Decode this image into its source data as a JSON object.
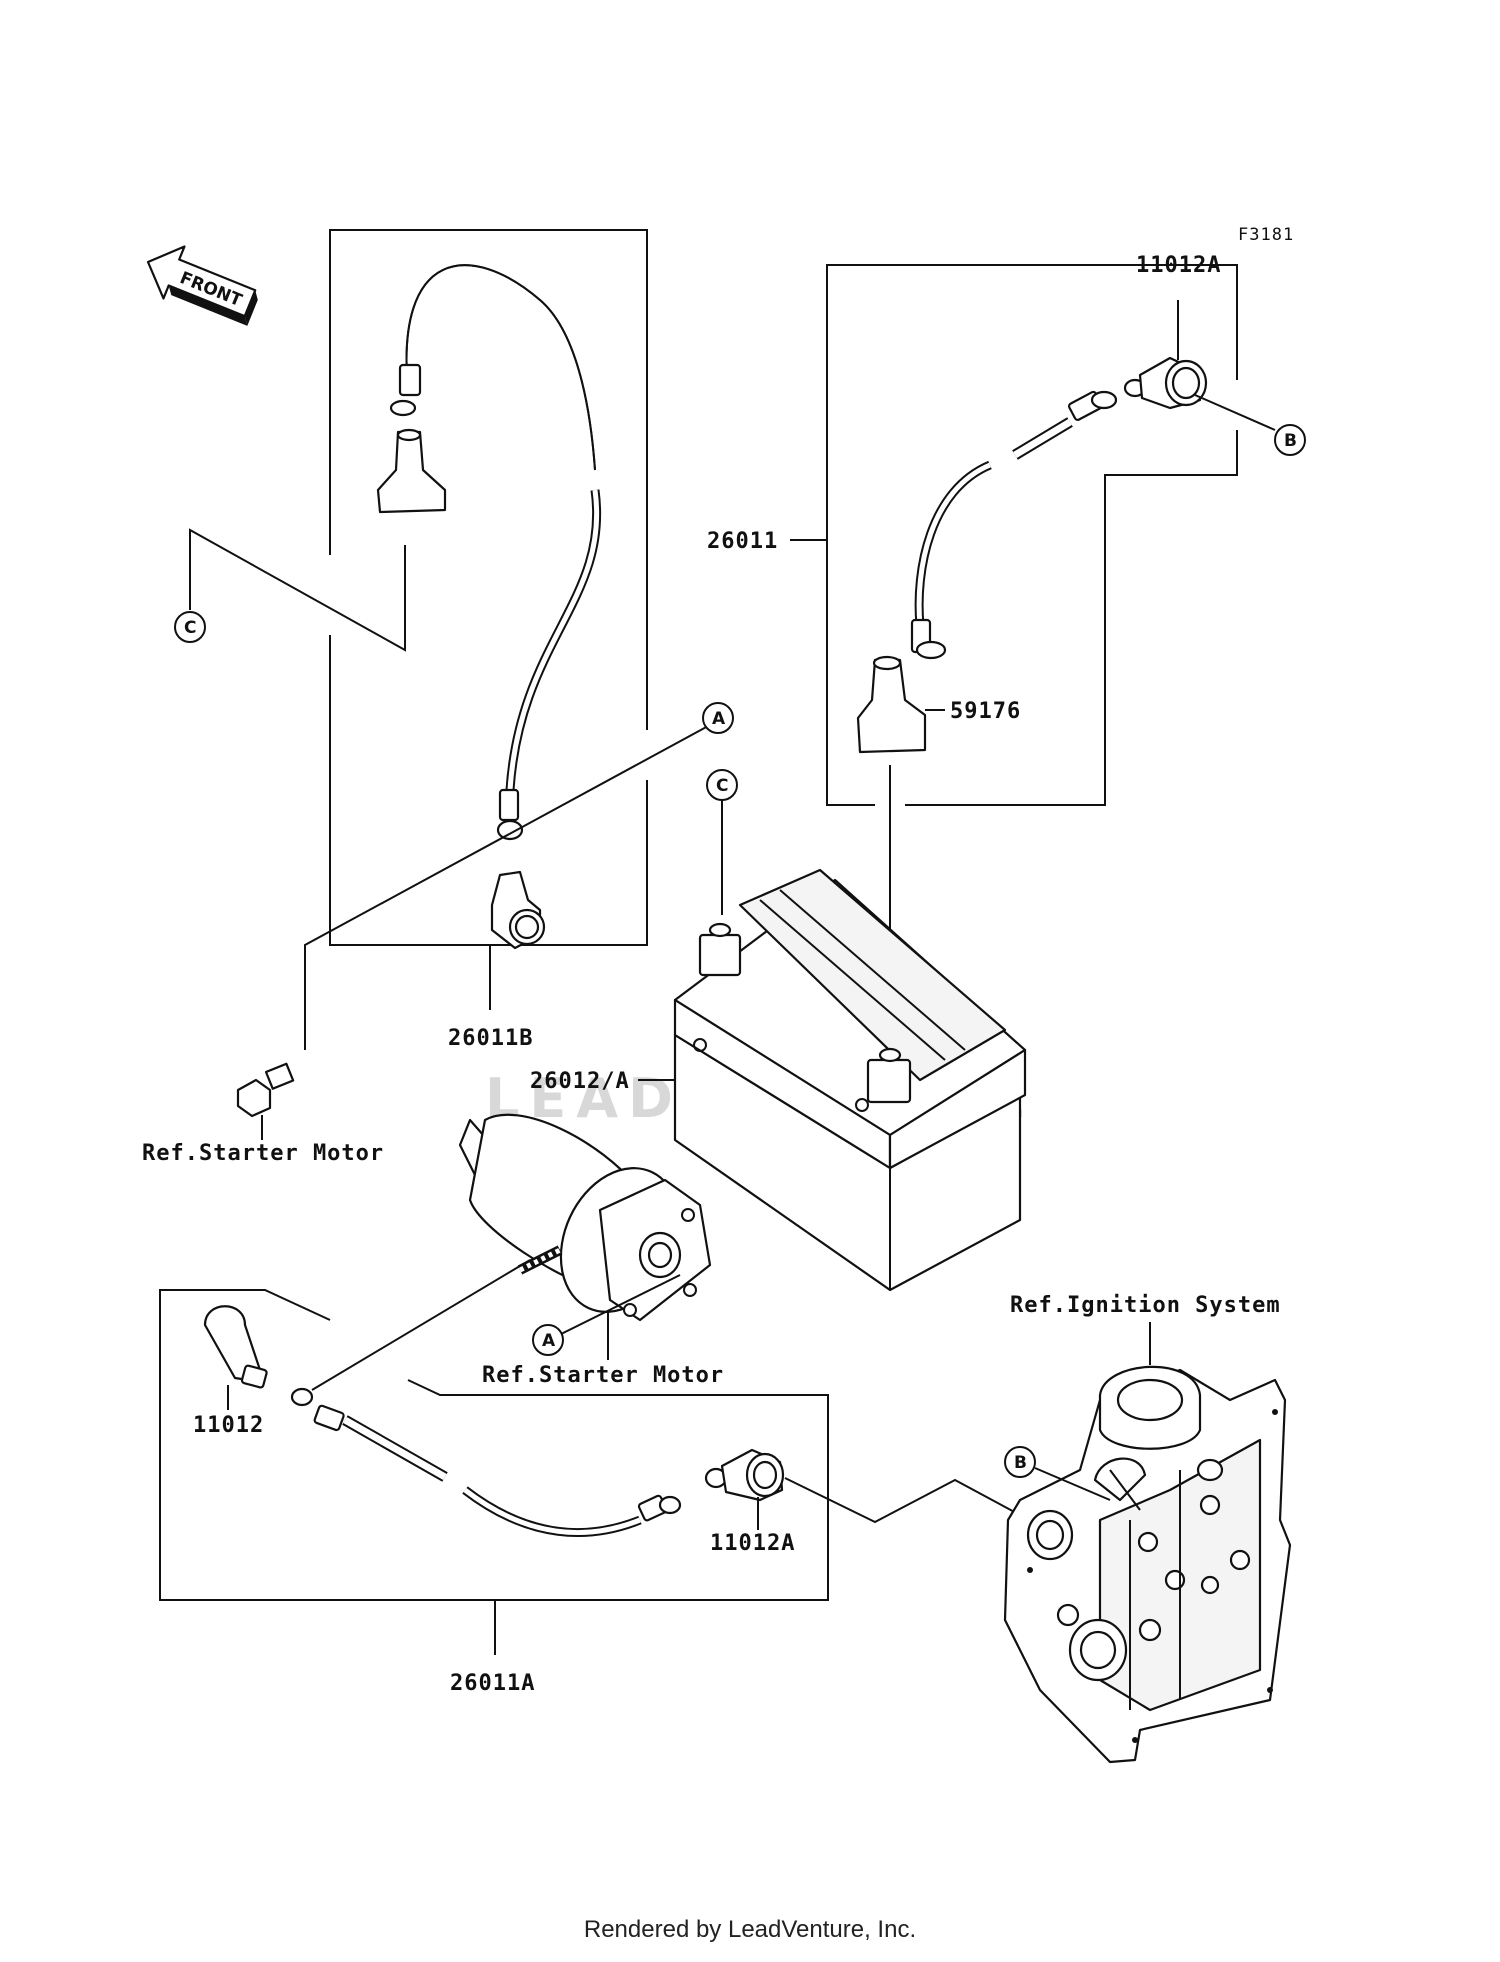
{
  "figure_id": "F3181",
  "front_label": "FRONT",
  "watermark": "LEADVENTURE",
  "footer": "Rendered by LeadVenture, Inc.",
  "callouts": {
    "a": "A",
    "b": "B",
    "c": "C"
  },
  "parts": {
    "p11012A_top": "11012A",
    "p26011": "26011",
    "p59176": "59176",
    "p26011B": "26011B",
    "p26012A": "26012/A",
    "ref_starter_1": "Ref.Starter Motor",
    "ref_starter_2": "Ref.Starter Motor",
    "ref_ignition": "Ref.Ignition System",
    "p11012": "11012",
    "p11012A_bottom": "11012A",
    "p26011A": "26011A"
  }
}
